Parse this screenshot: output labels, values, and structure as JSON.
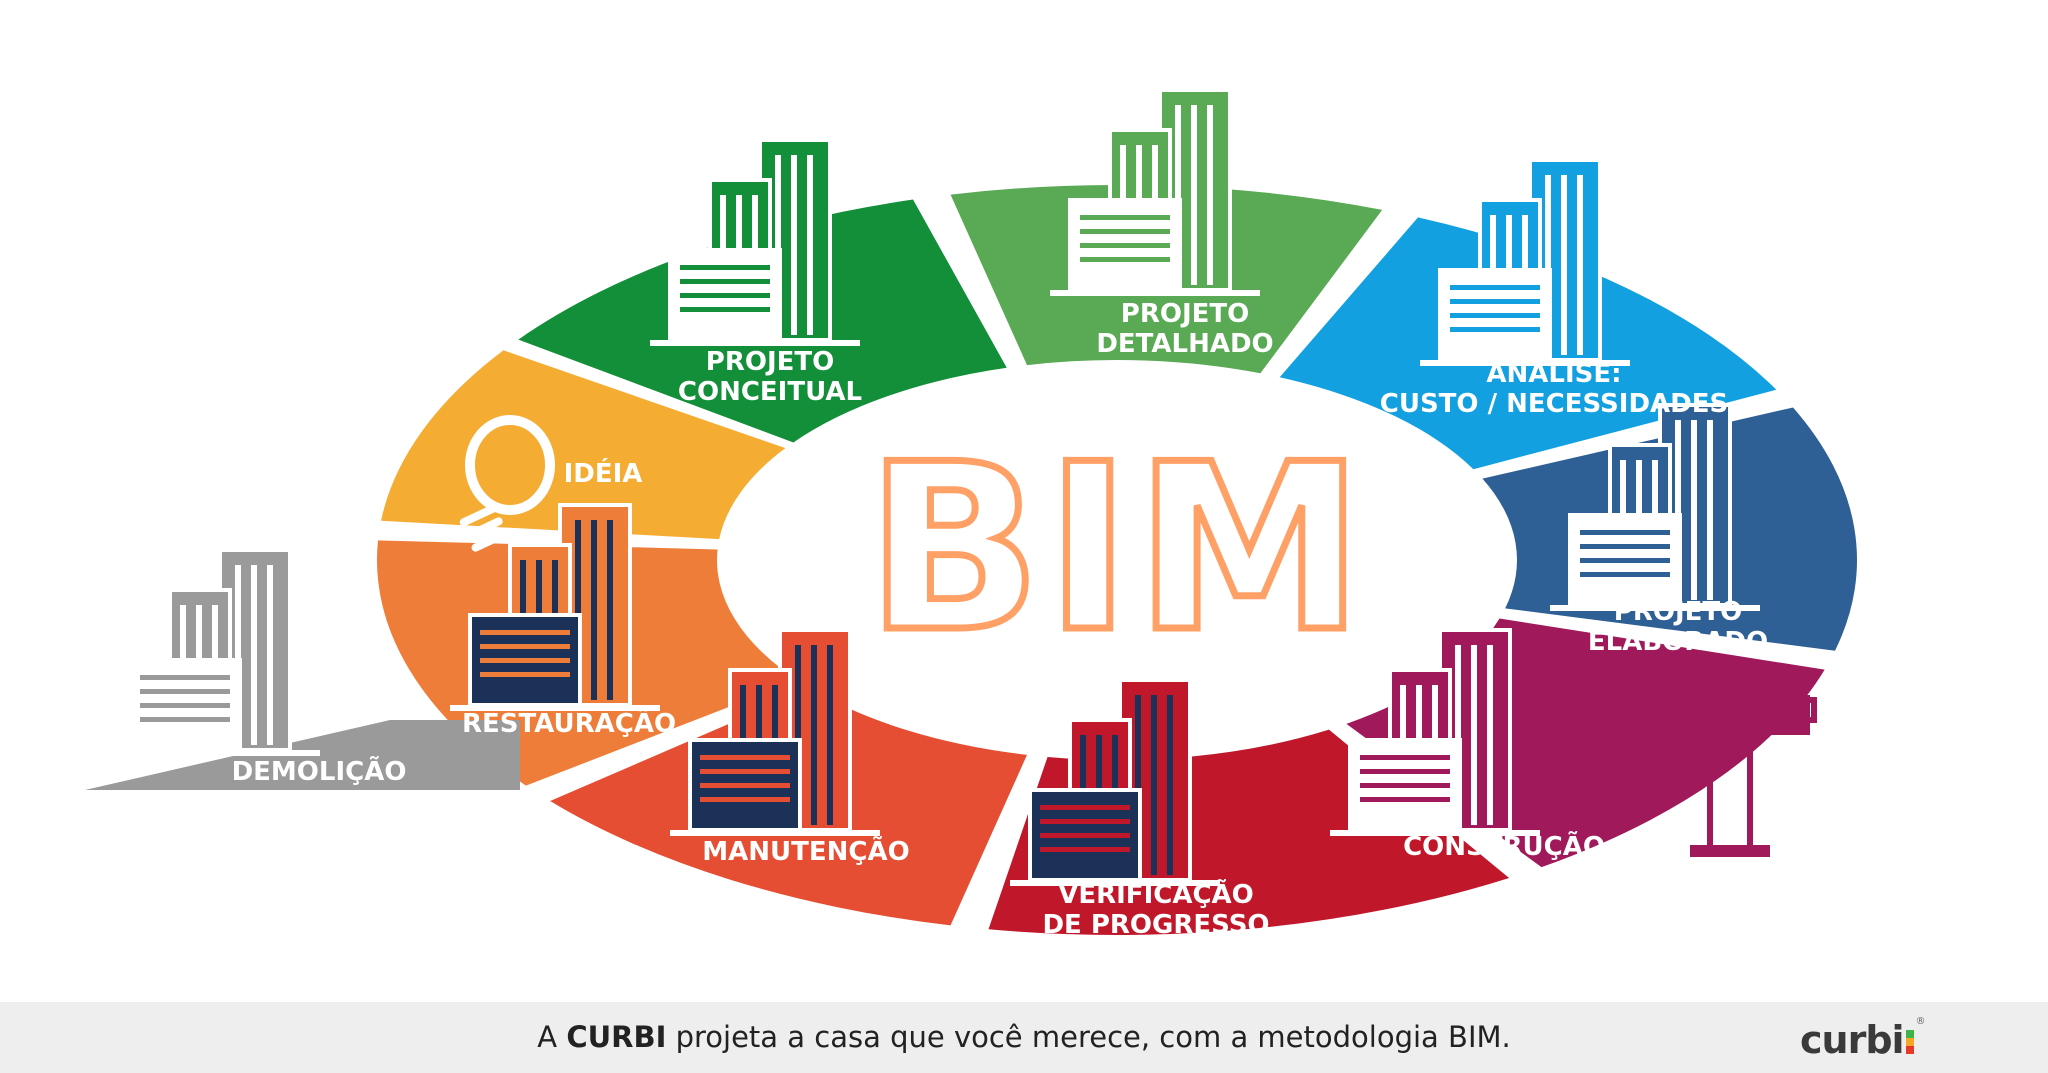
{
  "center_title": "BIM",
  "segments": [
    {
      "id": "ideia",
      "lines": [
        "IDÉIA"
      ],
      "color": "#f5ac32",
      "icon": "lightbulb-icon"
    },
    {
      "id": "projeto-conceitual",
      "lines": [
        "PROJETO",
        "CONCEITUAL"
      ],
      "color": "#138f3a",
      "icon": "building-icon"
    },
    {
      "id": "projeto-detalhado",
      "lines": [
        "PROJETO",
        "DETALHADO"
      ],
      "color": "#5aaa55",
      "icon": "building-icon"
    },
    {
      "id": "analise",
      "lines": [
        "ANÁLISE:",
        "CUSTO / NECESSIDADES"
      ],
      "color": "#12a0e0",
      "icon": "building-icon"
    },
    {
      "id": "projeto-elaborado",
      "lines": [
        "PROJETO",
        "ELABORADO"
      ],
      "color": "#2e5f95",
      "icon": "building-icon"
    },
    {
      "id": "construcao",
      "lines": [
        "CONSTRUÇÃO"
      ],
      "color": "#a0195a",
      "icon": "crane-icon"
    },
    {
      "id": "verificacao",
      "lines": [
        "VERIFICAÇÃO",
        "DE PROGRESSO"
      ],
      "color": "#c0182a",
      "icon": "building-icon"
    },
    {
      "id": "manutencao",
      "lines": [
        "MANUTENÇÃO"
      ],
      "color": "#e54e33",
      "icon": "building-icon"
    },
    {
      "id": "restauracao",
      "lines": [
        "RESTAURAÇÃO"
      ],
      "color": "#ee7d3a",
      "icon": "building-icon"
    },
    {
      "id": "demolicao",
      "lines": [
        "DEMOLIÇÃO"
      ],
      "color": "#9a9a9a",
      "icon": "building-icon"
    }
  ],
  "footer": {
    "caption_before": "A ",
    "caption_brand": "CURBI",
    "caption_after": " projeta a casa que você merece, com a metodologia BIM.",
    "logo": "curbi",
    "logo_mark": "®"
  },
  "colors": {
    "bim_outline": "#ffa066",
    "footer_bg": "#eeeeee"
  }
}
